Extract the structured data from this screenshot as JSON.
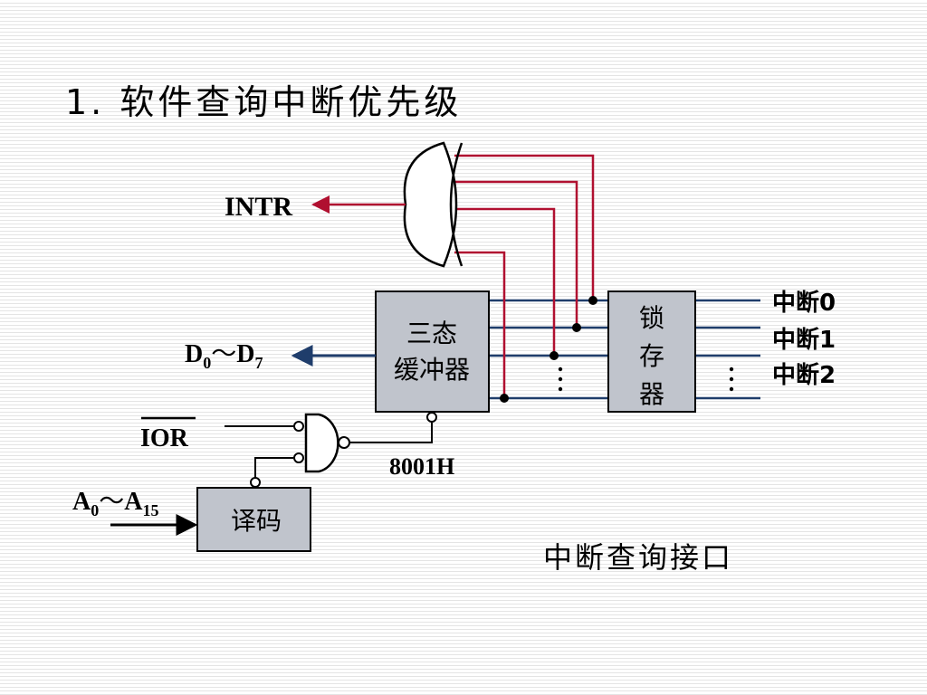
{
  "title": "1. 软件查询中断优先级",
  "caption": "中断查询接口",
  "labels": {
    "intr": "INTR",
    "data_bus_d": "D",
    "data_bus_sub0": "0",
    "data_bus_tilde": "～",
    "data_bus_d2": "D",
    "data_bus_sub7": "7",
    "ior": "IOR",
    "address_a": "A",
    "address_sub0": "0",
    "address_tilde": "～",
    "address_a2": "A",
    "address_sub15": "15",
    "port_address": "8001H"
  },
  "blocks": {
    "buffer_line1": "三态",
    "buffer_line2": "缓冲器",
    "latch_line1": "锁",
    "latch_line2": "存",
    "latch_line3": "器",
    "decoder": "译码"
  },
  "interrupts": [
    "中断0",
    "中断1",
    "中断2"
  ],
  "colors": {
    "bus_line": "#1f3d6b",
    "or_wire": "#b01030",
    "block_fill": "#c0c4cc",
    "dots": "#000000"
  }
}
